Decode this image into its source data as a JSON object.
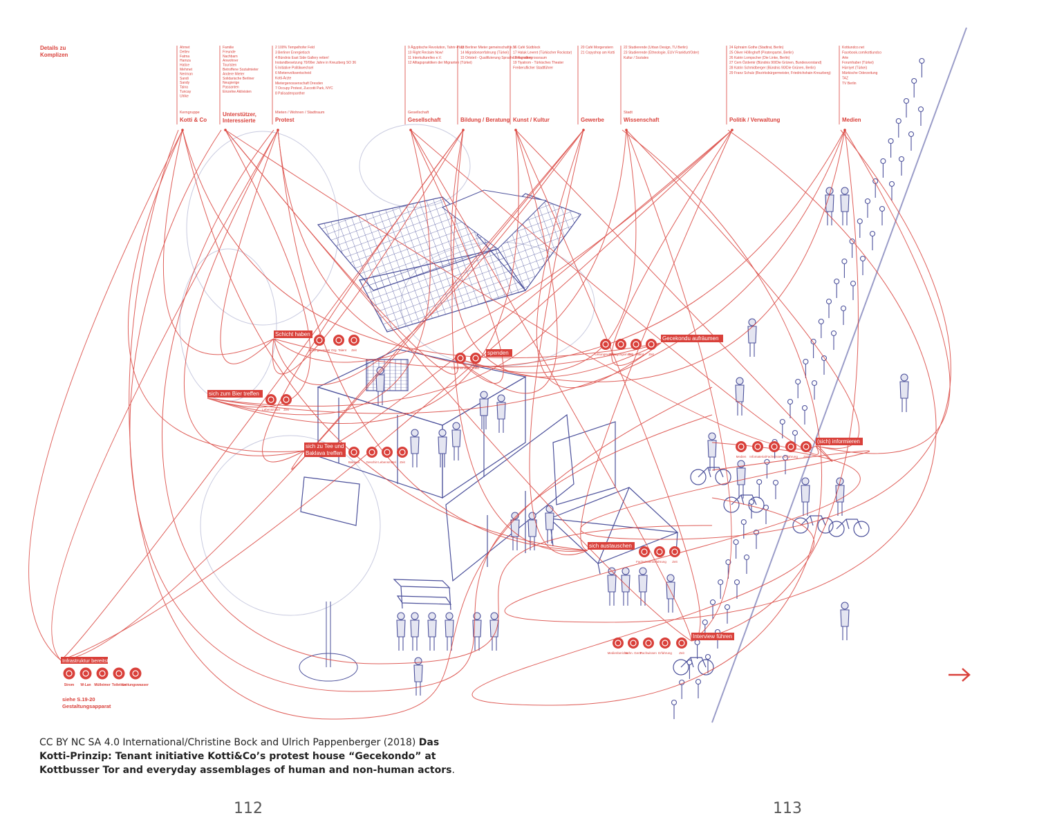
{
  "header": {
    "title_lines": [
      "Details zu",
      "Komplizen"
    ]
  },
  "columns": [
    {
      "id": "kotti",
      "sub": "Kerngruppe",
      "label": "Kotti & Co",
      "items": [
        "Ahmet",
        "Detlev",
        "Fatma",
        "Hamza",
        "Hatice",
        "Mehmet",
        "Neriman",
        "Sandi",
        "Sandy",
        "Taina",
        "Tuncay",
        "Ulrike"
      ]
    },
    {
      "id": "unterstuetzer",
      "sub": "",
      "label": "Unterstützer, Interessierte",
      "items": [
        "Familie",
        "Freunde",
        "Nachbarn",
        "Anwohner",
        "Touristen",
        "Betroffene Sozialmieter",
        "Andere Mieter",
        "Solidarische Berliner",
        "Neugierige",
        "Passanten",
        "Einzelne Aktivisten"
      ]
    },
    {
      "id": "protest",
      "sub": "Mieten / Wohnen / Stadtraum",
      "label": "Protest",
      "items": [
        "2 100% Tempelhofer Feld",
        "3 Berliner Energietisch",
        "4 Bündnis East Side Gallery retten!",
        "Instandbesetzung 70/00er Jahre in Kreuzberg SO 36",
        "5 Initiative Politikwechsel",
        "6 Mietenvolksentscheid",
        "Kotti-Ärzte",
        "Mietergenossenschaft Dresden",
        "7 Occupy Protest, Zuccotti Park, NYC",
        "8 Palisadenpanther"
      ]
    },
    {
      "id": "gesellschaft",
      "sub": "Gesellschaft",
      "label": "Gesellschaft",
      "items": [
        "9 Ägyptische Revolution, Tahrir-Platz",
        "10 Right Reclaim Now!",
        "11 Interkulturelles e.V.",
        "12 Alltagspraktiken der Migranten (Türkei)"
      ]
    },
    {
      "id": "bildung",
      "sub": "",
      "label": "Bildung / Beratung",
      "items": [
        "13 Berliner Mieter gemeinschaft e.V.",
        "14 Migrationserfahrung (Türkei)",
        "15 Ortsteil - Qualifizierung Sprache Integration"
      ]
    },
    {
      "id": "kunst",
      "sub": "",
      "label": "Kunst / Kultur",
      "items": [
        "16 Café Südblock",
        "17 Haluk Levent (Türkischer Rockstar)",
        "18 Kunstlergrossraum",
        "19 Tiyatrom - Türkisches Theater",
        "Freiberuflicher Stadtführer"
      ]
    },
    {
      "id": "gewerbe",
      "sub": "",
      "label": "Gewerbe",
      "items": [
        "20 Café Morgenstern",
        "21 Copyshop am Kotti"
      ]
    },
    {
      "id": "wissenschaft",
      "sub": "Stadt",
      "label": "Wissenschaft",
      "items": [
        "22 Studierende (Urban Design, TU Berlin)",
        "23 Studierende (Ethnologie, EUV Frankfurt/Oder)",
        "Kultur / Soziales"
      ]
    },
    {
      "id": "politik",
      "sub": "",
      "label": "Politik / Verwaltung",
      "items": [
        "24 Ephraim Gothe (Stadtrat, Berlin)",
        "25 Oliver Höfinghoff (Piratenpartei, Berlin)",
        "26 Katrin Lompscher (Die Linke, Berlin)",
        "27 Cem Özdemir (Bündnis 90/Die Grünen, Bundesvorstand)",
        "28 Katrin Schmidberger (Bündnis 90/Die Grünen, Berlin)",
        "29 Franz Schulz (Bezirksbürgermeister, Friedrichshain-Kreuzberg)"
      ]
    },
    {
      "id": "medien",
      "sub": "",
      "label": "Medien",
      "items": [
        "Kottiundco.net",
        "Facebook.com/kottiundco",
        "Arte",
        "Forumhaber (Türkei)",
        "Hürriyet (Türkei)",
        "Märkische Oderzeitung",
        "TAZ",
        "TV Berlin"
      ]
    }
  ],
  "activities": [
    {
      "label": "Schicht haben",
      "icons": [
        "Leitungswasser",
        "Org. Talent",
        "Zeit"
      ]
    },
    {
      "label": "spenden",
      "icons": [
        "Lebensmittel",
        "Geld"
      ]
    },
    {
      "label": "Gecekondu aufräumen",
      "icons": [
        "Leitungswasser",
        "Reinigungsmittel",
        "Org. Talent",
        "Zeit"
      ]
    },
    {
      "label": "sich zum Bier treffen",
      "icons": [
        "Lebensmittel",
        "Zeit"
      ]
    },
    {
      "label": "sich zu Tee und Baklava treffen",
      "icons": [
        "Baklava",
        "Geschirr",
        "Lebensmittel",
        "Zeit"
      ]
    },
    {
      "label": "(sich) informieren",
      "icons": [
        "Medien",
        "Infomaterial",
        "Fachwissen",
        "Erfahrung",
        "Zeit"
      ]
    },
    {
      "label": "sich austauschen",
      "icons": [
        "Fachwissen",
        "Erfahrung",
        "Zeit"
      ]
    },
    {
      "label": "Interview führen",
      "icons": [
        "Medienberichte",
        "techn. Gerät",
        "Fachwissen",
        "Erfahrung",
        "Zeit"
      ]
    }
  ],
  "legend": {
    "title": "Infrastruktur bereitstellen",
    "items": [
      "Strom",
      "W-Lan",
      "Mülleimer",
      "Toiletten",
      "Leitungswasser"
    ],
    "ref_line1": "siehe S.19-20",
    "ref_line2": "Gestaltungsapparat"
  },
  "caption": {
    "plain": "CC BY NC SA 4.0 International/Christine Bock and Ulrich Pappenberger (2018) ",
    "bold1": "Das Kotti-Prinzip: Tenant initiative Kotti&Co’s protest house “Gecekondo” at Kottbusser Tor and everyday assemblages of human and non-human actors",
    "end": "."
  },
  "page_numbers": {
    "left": "112",
    "right": "113"
  },
  "colors": {
    "accent": "#d9403a",
    "line_art": "#4a4f9a",
    "diagonal": "#9a9cc8"
  }
}
